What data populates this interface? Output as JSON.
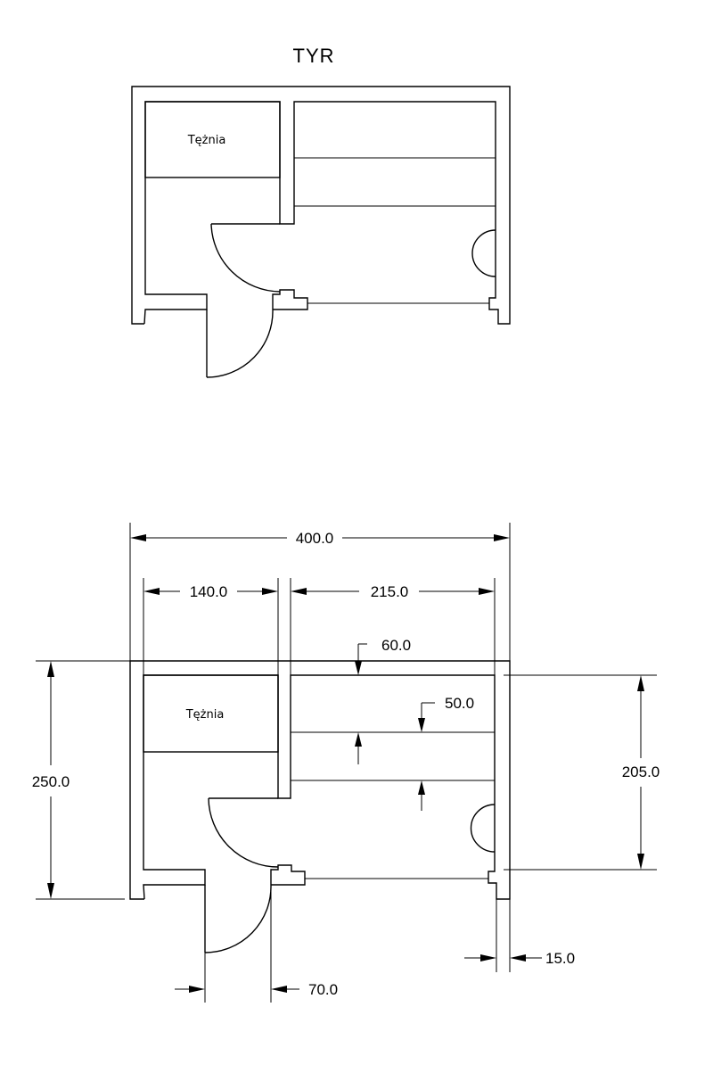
{
  "drawing": {
    "title": "TYR",
    "room_label_top": "Tężnia",
    "room_label_bottom": "Tężnia"
  },
  "dimensions": {
    "overall_width": "400.0",
    "left_room_width": "140.0",
    "right_room_width": "215.0",
    "overall_height": "250.0",
    "inner_height": "205.0",
    "bench_depth": "60.0",
    "bench_gap": "50.0",
    "wall_thickness": "15.0",
    "door_width": "70.0"
  }
}
